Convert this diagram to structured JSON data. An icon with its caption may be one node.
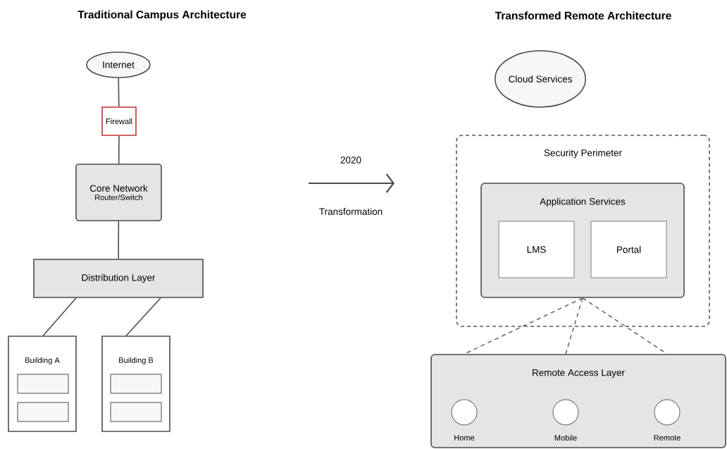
{
  "diagram": {
    "nodes": [
      {
        "text": [
          "Internet"
        ]
      },
      {
        "text": [
          "Firewall"
        ]
      },
      {
        "text": [
          "Core Network",
          "Router/Switch"
        ]
      },
      {
        "text": [
          "Distribution Layer"
        ]
      },
      {
        "text": [
          "Building A"
        ]
      },
      {
        "text": [],
        "shape": "box",
        "in": 4
      },
      {
        "text": [],
        "shape": "box",
        "in": 4
      },
      {
        "text": [
          "Building B"
        ]
      },
      {
        "text": [],
        "shape": "box",
        "in": 7
      },
      {
        "text": [],
        "shape": "box",
        "in": 7
      },
      {
        "text": [
          "Cloud Services"
        ]
      },
      {
        "text": [
          "Security Perimeter"
        ]
      },
      {
        "text": [
          "Application Services"
        ],
        "in": 11
      },
      {
        "text": [
          "LMS"
        ],
        "in": 12
      },
      {
        "text": [
          "Portal"
        ],
        "in": 12
      },
      {
        "text": [
          "Remote Access Layer"
        ]
      },
      {
        "text": [],
        "shape": "circle",
        "beside": [
          "Home"
        ],
        "in": 15
      },
      {
        "text": [],
        "shape": "circle",
        "beside": [
          "Mobile"
        ],
        "in": 15
      },
      {
        "text": [],
        "shape": "circle",
        "beside": [
          "Remote"
        ],
        "in": 15
      }
    ],
    "edges": [
      {
        "from": 0,
        "to": 1,
        "arrow": "none"
      },
      {
        "from": 1,
        "to": 2,
        "arrow": "none"
      },
      {
        "from": 2,
        "to": 3,
        "arrow": "none"
      },
      {
        "from": 3,
        "to": 4,
        "arrow": "none"
      },
      {
        "from": 3,
        "to": 7,
        "arrow": "none"
      },
      {
        "from": 12,
        "to": 15,
        "arrow": "none",
        "style": "dashed"
      },
      {
        "from": 12,
        "to": 15,
        "arrow": "none",
        "style": "dashed"
      },
      {
        "from": 12,
        "to": 15,
        "arrow": "none",
        "style": "dashed"
      }
    ],
    "labels": [
      "Traditional Campus Architecture",
      "Transformed Remote Architecture",
      "2020",
      "Transformation"
    ]
  }
}
